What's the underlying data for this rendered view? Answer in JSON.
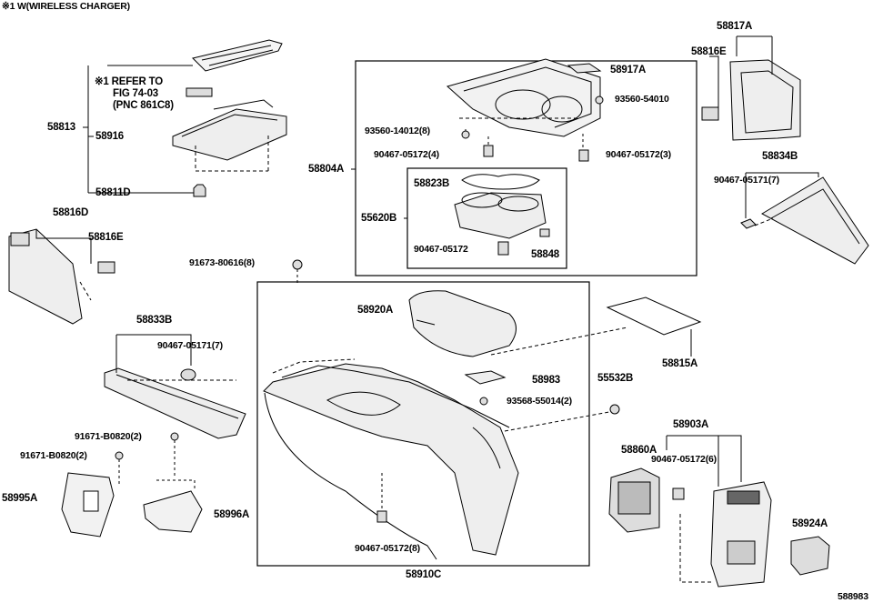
{
  "header_note": "※1 W(WIRELESS CHARGER)",
  "refer_note": {
    "line1": "※1 REFER TO",
    "line2": "FIG 74-03",
    "line3": "(PNC 861C8)"
  },
  "parts": {
    "p58813": "58813",
    "p58916": "58916",
    "p58811D": "58811D",
    "p58804A": "58804A",
    "p58917A": "58917A",
    "p93560_54010": "93560-54010",
    "p93560_14012": "93560-14012(8)",
    "p90467_05172_4": "90467-05172(4)",
    "p90467_05172_3": "90467-05172(3)",
    "p58823B": "58823B",
    "p55620B": "55620B",
    "p90467_05172": "90467-05172",
    "p58848": "58848",
    "p58817A": "58817A",
    "p58816E_top": "58816E",
    "p58834B": "58834B",
    "p90467_05171_7_right": "90467-05171(7)",
    "p58816D": "58816D",
    "p58816E_left": "58816E",
    "p91673_80616": "91673-80616(8)",
    "p58920A": "58920A",
    "p58815A": "58815A",
    "p58833B": "58833B",
    "p90467_05171_7_left": "90467-05171(7)",
    "p58983": "58983",
    "p55532B": "55532B",
    "p93568_55014": "93568-55014(2)",
    "p91671_B0820_a": "91671-B0820(2)",
    "p91671_B0820_b": "91671-B0820(2)",
    "p58995A": "58995A",
    "p58996A": "58996A",
    "p58903A": "58903A",
    "p58860A": "58860A",
    "p90467_05172_6": "90467-05172(6)",
    "p58924A": "58924A",
    "p90467_05172_8": "90467-05172(8)",
    "p58910C": "58910C"
  },
  "figure_id": "588983"
}
